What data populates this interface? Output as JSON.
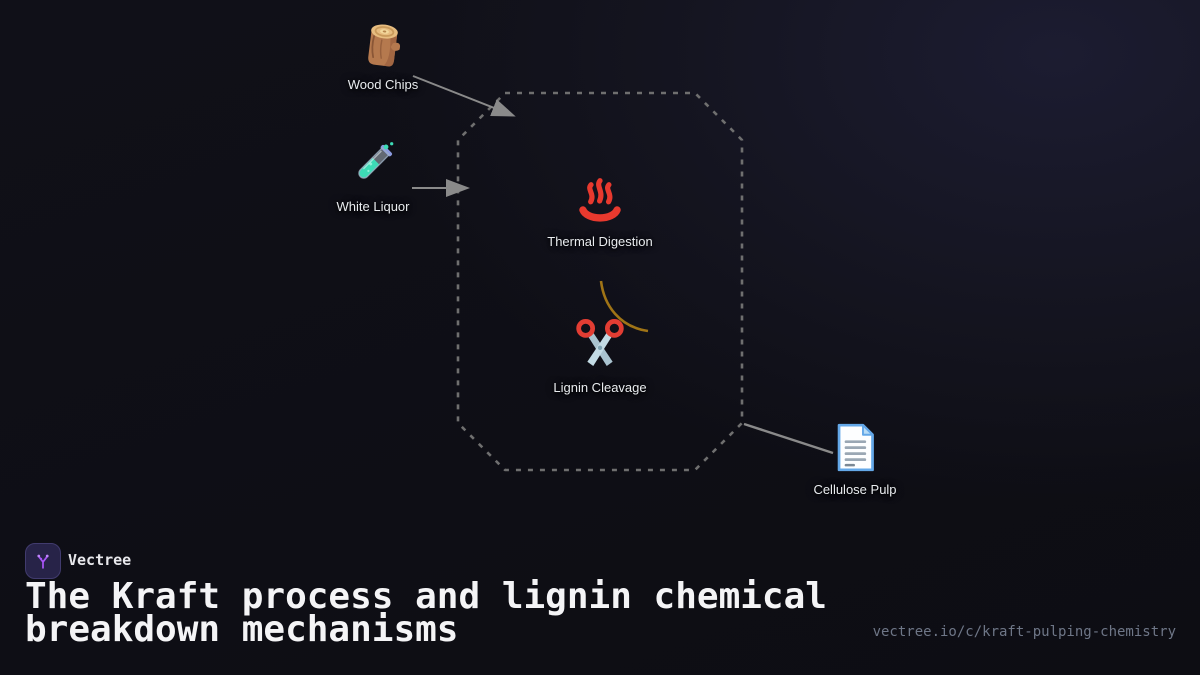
{
  "diagram": {
    "boundary": {
      "name": "process-boundary",
      "style": "dashed",
      "color": "#6f6f6f"
    },
    "nodes": [
      {
        "id": "wood-chips",
        "label": "Wood Chips",
        "icon": "wood-log-icon"
      },
      {
        "id": "white-liquor",
        "label": "White Liquor",
        "icon": "test-tube-icon"
      },
      {
        "id": "thermal-digestion",
        "label": "Thermal Digestion",
        "icon": "hot-springs-icon"
      },
      {
        "id": "lignin-cleavage",
        "label": "Lignin Cleavage",
        "icon": "scissors-icon"
      },
      {
        "id": "cellulose-pulp",
        "label": "Cellulose Pulp",
        "icon": "page-icon"
      }
    ],
    "edges": [
      {
        "from": "wood-chips",
        "to": "process-boundary",
        "arrowhead": true
      },
      {
        "from": "white-liquor",
        "to": "process-boundary",
        "arrowhead": true
      },
      {
        "from": "process-boundary",
        "to": "cellulose-pulp",
        "arrowhead": false
      }
    ],
    "colors": {
      "arrow": "#8a8a8a",
      "boundary_dash": "#6f6f6f",
      "lignin_strand": "#a07416",
      "hot_springs_red": "#e8392e",
      "scissors_red": "#e23d33",
      "liquid_teal": "#3ddbb6",
      "page_blue": "#64a8e8"
    }
  },
  "footer": {
    "brand": "Vectree",
    "title": "The Kraft process and lignin chemical breakdown mechanisms",
    "url": "vectree.io/c/kraft-pulping-chemistry",
    "accent_purple": "#a855f7"
  }
}
